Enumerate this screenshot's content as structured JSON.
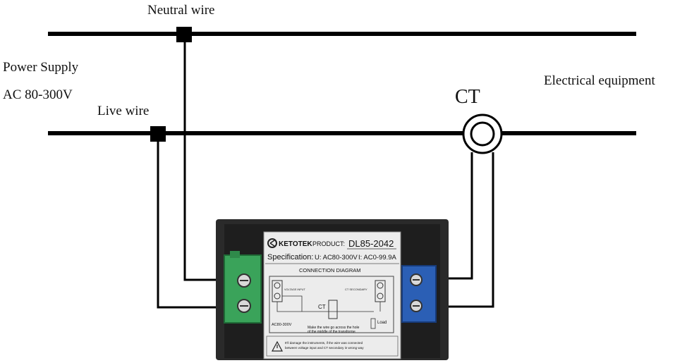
{
  "labels": {
    "neutral": "Neutral wire",
    "supply_line1": "Power Supply",
    "supply_line2": "AC 80-300V",
    "live": "Live wire",
    "equipment": "Electrical equipment",
    "ct": "CT"
  },
  "meter": {
    "brand": "KETOTEK",
    "product_prefix": "PRODUCT:",
    "product": "DL85-2042",
    "spec_prefix": "Specification:",
    "spec_voltage": "U: AC80-300V",
    "spec_current": "I: AC0-99.9A",
    "diagram_title": "CONNECTION DIAGRAM",
    "voltage_input": "VOLTAGE INPUT",
    "ct_secondary": "CT SECONDARY",
    "ct": "CT",
    "ac_range": "AC80-300V",
    "load": "Load",
    "note_line1": "Make the wire go across the hole",
    "note_line2": "of the middle of the transforme",
    "warn_line1": "It'll damage the instruments, if the wire was connected",
    "warn_line2": "between voltage input and CT secondary in wrong way"
  },
  "colors": {
    "wire": "#000000",
    "meter_body": "#2a2a2a",
    "terminal_green": "#3aa35a",
    "terminal_blue": "#2b5fb5",
    "label_bg": "#ececec"
  }
}
